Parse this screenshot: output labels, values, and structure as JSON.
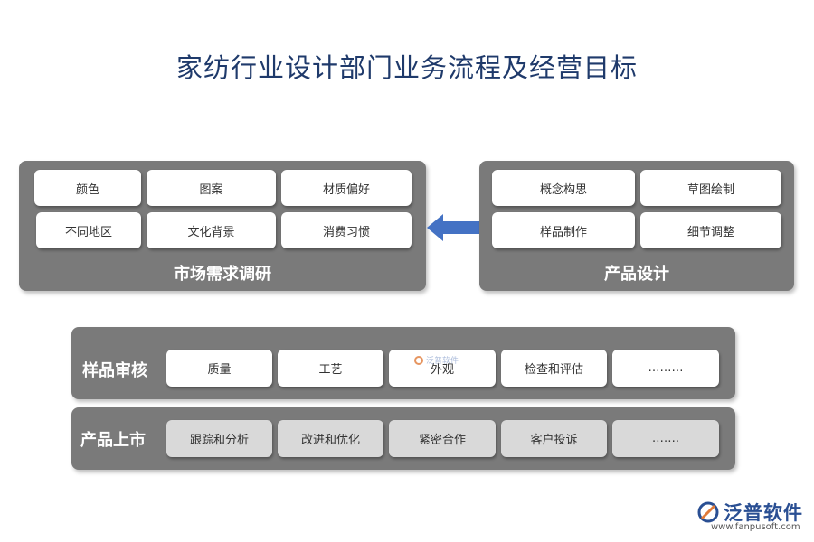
{
  "title": "家纺行业设计部门业务流程及经营目标",
  "market_research": {
    "label": "市场需求调研",
    "items": [
      "颜色",
      "图案",
      "材质偏好",
      "不同地区",
      "文化背景",
      "消费习惯"
    ]
  },
  "product_design": {
    "label": "产品设计",
    "items": [
      "概念构思",
      "草图绘制",
      "样品制作",
      "细节调整"
    ]
  },
  "sample_review": {
    "label": "样品审核",
    "items": [
      "质量",
      "工艺",
      "外观",
      "检查和评估",
      "………"
    ]
  },
  "product_launch": {
    "label": "产品上市",
    "items": [
      "跟踪和分析",
      "改进和优化",
      "紧密合作",
      "客户投诉",
      "……."
    ]
  },
  "watermark": "泛普软件",
  "brand": {
    "name": "泛普软件",
    "url": "www.fanpusoft.com"
  },
  "colors": {
    "title": "#1f3a6b",
    "panel": "#7a7a7a",
    "arrow": "#4472c4",
    "brand": "#2a4f93"
  }
}
